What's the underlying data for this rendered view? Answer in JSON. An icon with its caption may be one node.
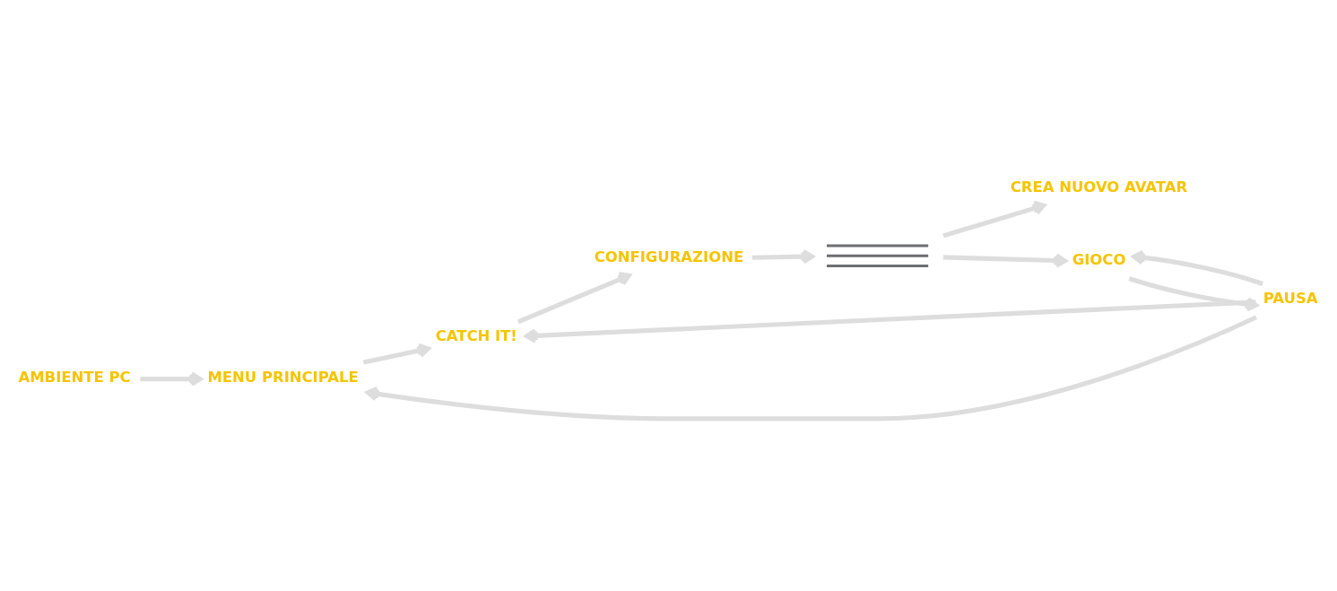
{
  "diagram": {
    "nodes": [
      {
        "text": [
          "AMBIENTE PC"
        ]
      },
      {
        "text": [
          "MENU PRINCIPALE"
        ]
      },
      {
        "text": [
          "CATCH IT!"
        ]
      },
      {
        "text": [
          "CONFIGURAZIONE"
        ]
      },
      {
        "text": [],
        "shape": "picture"
      },
      {
        "text": [
          "CREA NUOVO AVATAR"
        ]
      },
      {
        "text": [
          "GIOCO"
        ]
      },
      {
        "text": [
          "PAUSA"
        ]
      }
    ],
    "edges": [
      {
        "from": 0,
        "to": 1,
        "arrow": "to"
      },
      {
        "from": 1,
        "to": 2,
        "arrow": "to"
      },
      {
        "from": 2,
        "to": 3,
        "arrow": "to"
      },
      {
        "from": 3,
        "to": 4,
        "arrow": "to"
      },
      {
        "from": 4,
        "to": 5,
        "arrow": "to"
      },
      {
        "from": 4,
        "to": 6,
        "arrow": "to"
      },
      {
        "from": 6,
        "to": 7,
        "arrow": "to"
      },
      {
        "from": 7,
        "to": 6,
        "arrow": "to"
      },
      {
        "from": 7,
        "to": 1,
        "arrow": "to"
      },
      {
        "from": 7,
        "to": 2,
        "arrow": "to"
      }
    ]
  }
}
